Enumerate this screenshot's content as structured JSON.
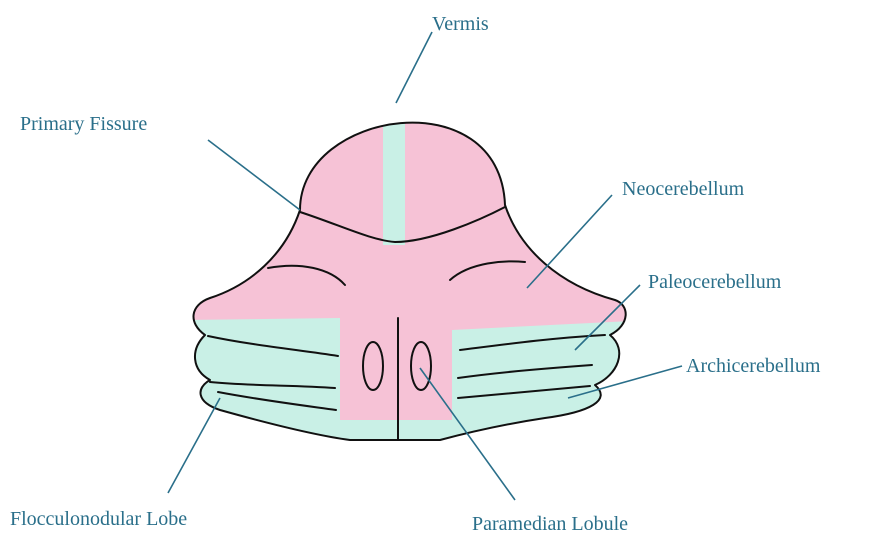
{
  "colors": {
    "neocerebellum": "#f6c2d6",
    "paleocerebellum": "#c9f0e6",
    "archicerebellum": "#c9f0e6",
    "label_text": "#2a6f8a",
    "outline": "#111111"
  },
  "labels": {
    "vermis": "Vermis",
    "primary_fissure": "Primary Fissure",
    "neocerebellum": "Neocerebellum",
    "paleocerebellum": "Paleocerebellum",
    "archicerebellum": "Archicerebellum",
    "flocculonodular_lobe": "Flocculonodular Lobe",
    "paramedian_lobule": "Paramedian Lobule"
  }
}
